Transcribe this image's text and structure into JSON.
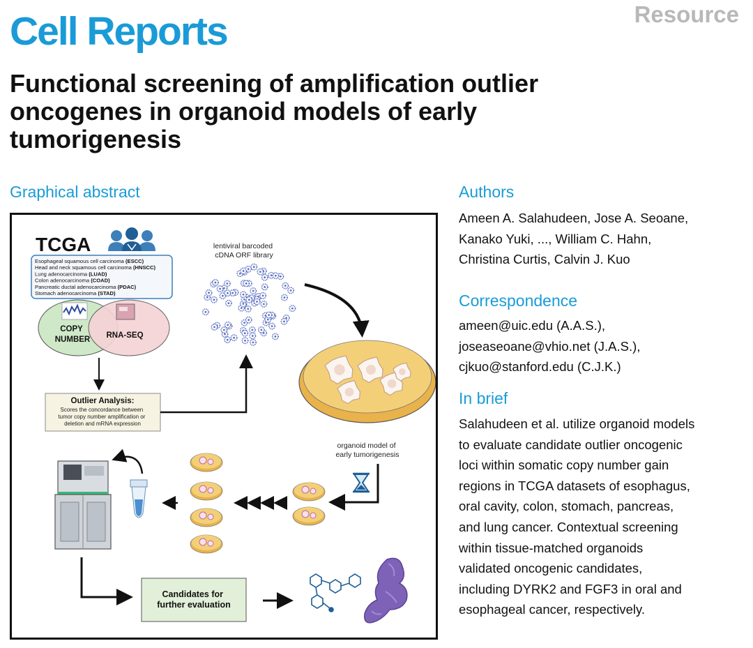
{
  "header": {
    "journal": "Cell Reports",
    "article_type": "Resource"
  },
  "title_lines": [
    "Functional screening of amplification outlier",
    "oncogenes in organoid models of early",
    "tumorigenesis"
  ],
  "sections": {
    "graphical_abstract": "Graphical abstract",
    "authors": "Authors",
    "correspondence": "Correspondence",
    "in_brief": "In brief"
  },
  "authors_lines": [
    "Ameen A. Salahudeen, Jose A. Seoane,",
    "Kanako Yuki, ..., William C. Hahn,",
    "Christina Curtis, Calvin J. Kuo"
  ],
  "correspondence_lines": [
    "ameen@uic.edu (A.A.S.),",
    "joseaseoane@vhio.net (J.A.S.),",
    "cjkuo@stanford.edu (C.J.K.)"
  ],
  "in_brief_lines": [
    "Salahudeen et al. utilize organoid models",
    "to evaluate candidate outlier oncogenic",
    "loci within somatic copy number gain",
    "regions in TCGA datasets of esophagus,",
    "oral cavity, colon, stomach, pancreas,",
    "and lung cancer. Contextual screening",
    "within tissue-matched organoids",
    "validated oncogenic candidates,",
    "including DYRK2 and FGF3 in oral and",
    "esophageal cancer, respectively."
  ],
  "abstract_figure": {
    "tcga": "TCGA",
    "cancers": [
      {
        "name": "Esophageal squamous cell carcinoma",
        "abbr": "(ESCC)"
      },
      {
        "name": "Head and neck squamous cell carcinoma",
        "abbr": "(HNSCC)"
      },
      {
        "name": "Lung adenocarcinoma",
        "abbr": "(LUAD)"
      },
      {
        "name": "Colon adenocarcinoma",
        "abbr": "(COAD)"
      },
      {
        "name": "Pancreatic ductal adenocarcinoma",
        "abbr": "(PDAC)"
      },
      {
        "name": "Stomach adenocarcinoma",
        "abbr": "(STAD)"
      }
    ],
    "copy_number": [
      "COPY",
      "NUMBER"
    ],
    "rna_seq": "RNA-SEQ",
    "outlier_title": "Outlier Analysis:",
    "outlier_lines": [
      "Scores the concordance between",
      "tumor copy number amplification or",
      "deletion and mRNA expression"
    ],
    "library_lines": [
      "lentiviral barcoded",
      "cDNA ORF library"
    ],
    "organoid_lines": [
      "organoid model of",
      "early tumorigenesis"
    ],
    "candidates_lines": [
      "Candidates for",
      "further evaluation"
    ],
    "colors": {
      "green": "#cfe9c8",
      "pink": "#f5d3d6",
      "blue_icon": "#3d7fb8",
      "dish_yellow": "#f0c45c",
      "virus_blue": "#5a6ec0",
      "protein_purple": "#7d62b8"
    }
  }
}
